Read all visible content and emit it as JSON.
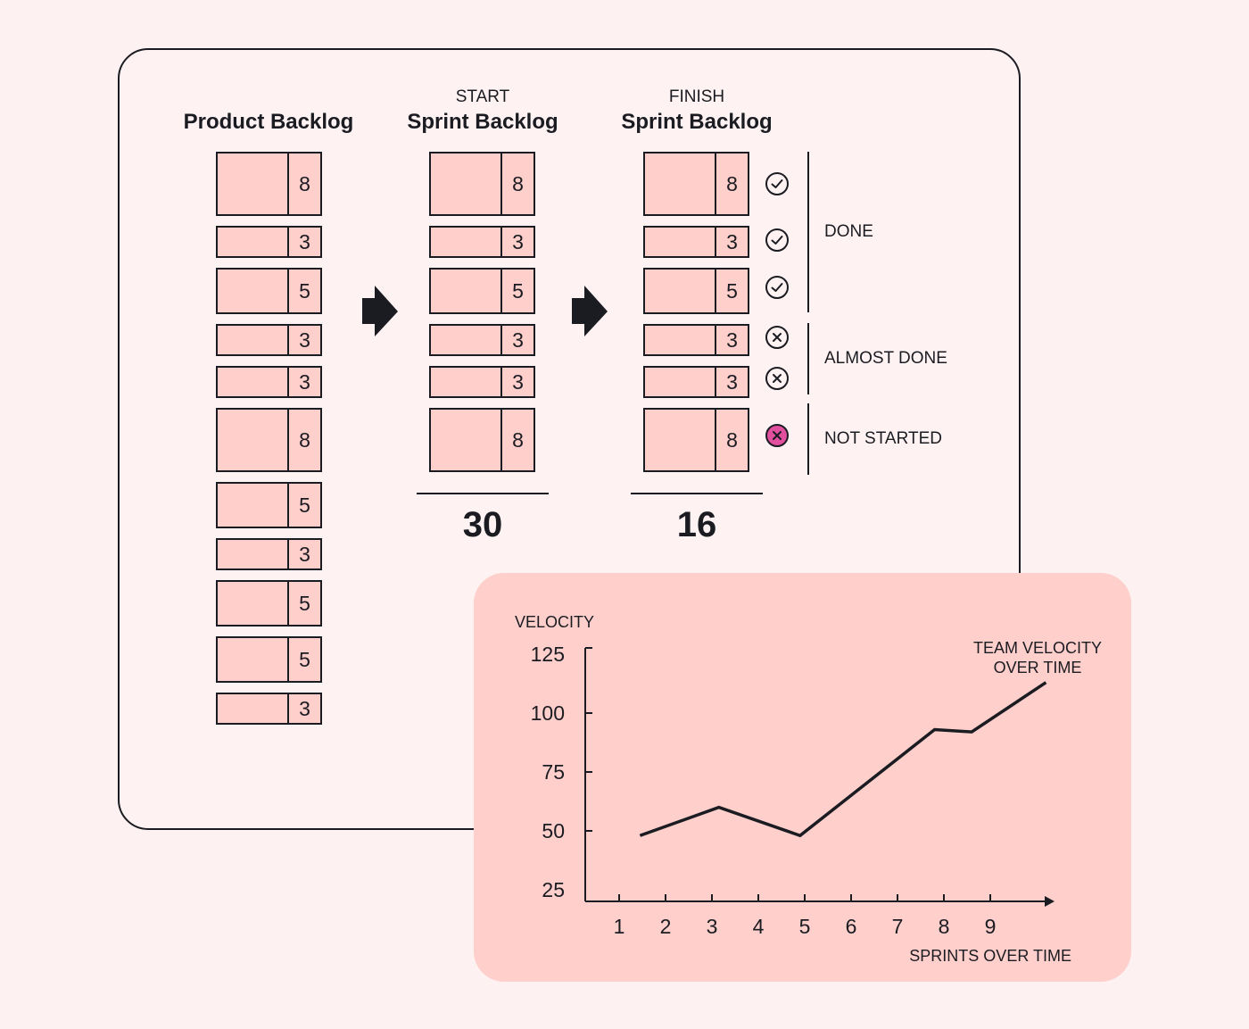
{
  "columns": [
    {
      "subtitle": "",
      "title": "Product Backlog",
      "points": [
        8,
        3,
        5,
        3,
        3,
        8,
        5,
        3,
        5,
        5,
        3
      ],
      "total": ""
    },
    {
      "subtitle": "START",
      "title": "Sprint Backlog",
      "points": [
        8,
        3,
        5,
        3,
        3,
        8
      ],
      "total": "30"
    },
    {
      "subtitle": "FINISH",
      "title": "Sprint Backlog",
      "points": [
        8,
        3,
        5,
        3,
        3,
        8
      ],
      "total": "16"
    }
  ],
  "status_icons": [
    "check-circle-icon",
    "check-circle-icon",
    "check-circle-icon",
    "x-circle-icon",
    "x-circle-icon",
    "x-circle-filled-icon"
  ],
  "status_groups": [
    {
      "label": "DONE"
    },
    {
      "label": "ALMOST DONE"
    },
    {
      "label": "NOT STARTED"
    }
  ],
  "colors": {
    "card_fill": "#fecfcb",
    "background": "#fdf2f1",
    "ink": "#1b1b22",
    "not_started_fill": "#e0509e",
    "chart_panel": "#fecfcb"
  },
  "chart_data": {
    "type": "line",
    "ylabel": "VELOCITY",
    "xlabel": "SPRINTS OVER TIME",
    "annotation": "TEAM VELOCITY\nOVER TIME",
    "annotation_lines": [
      "TEAM VELOCITY",
      "OVER TIME"
    ],
    "y_ticks": [
      125,
      100,
      75,
      50,
      25
    ],
    "x_ticks": [
      1,
      2,
      3,
      4,
      5,
      6,
      7,
      8,
      9
    ],
    "ylim": [
      25,
      125
    ],
    "grid": false,
    "series": [
      {
        "x": [
          1.45,
          3.15,
          4.9,
          7.8,
          8.6,
          10.2
        ],
        "y": [
          48,
          60,
          48,
          93,
          92,
          113
        ]
      }
    ]
  }
}
